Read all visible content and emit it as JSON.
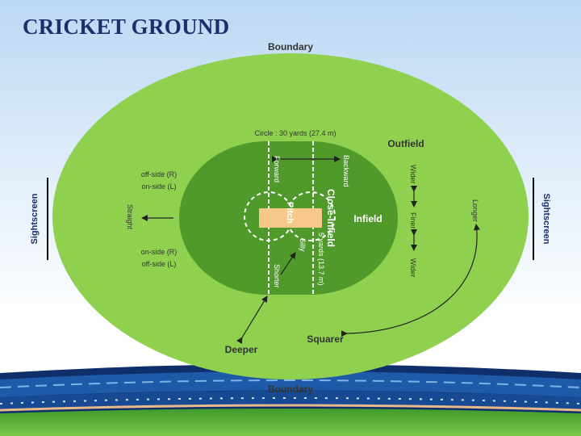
{
  "title": "CRICKET GROUND",
  "labels": {
    "boundary_top": "Boundary",
    "boundary_bottom": "Boundary",
    "outfield": "Outfield",
    "infield": "Infield",
    "circle": "Circle : 30 yards (27.4 m)",
    "forward": "Forward",
    "backward": "Backward",
    "close_infield": "Close-Infield",
    "pitch": "Pitch",
    "five_yards": "5 yards (13.7 m)",
    "silly": "Silly",
    "shorter": "Shorter",
    "off_side_r_top": "off-side (R)",
    "on_side_l_top": "on-side (L)",
    "on_side_r_bottom": "on-side (R)",
    "off_side_l_bottom": "off-side (L)",
    "straight": "Straight",
    "wider_top": "Wider",
    "finer": "Finer",
    "wider_bottom": "Wider",
    "longer": "Longer",
    "squarer": "Squarer",
    "deeper": "Deeper",
    "sightscreen_left": "Sightscreen",
    "sightscreen_right": "Sightscreen"
  },
  "colors": {
    "title": "#1b2f6b",
    "outfield": "#8fd14f",
    "infield": "#4f9a2a",
    "pitch": "#f6c98a",
    "text_dark": "#333333",
    "stand_blue": "#1e5aa8"
  }
}
